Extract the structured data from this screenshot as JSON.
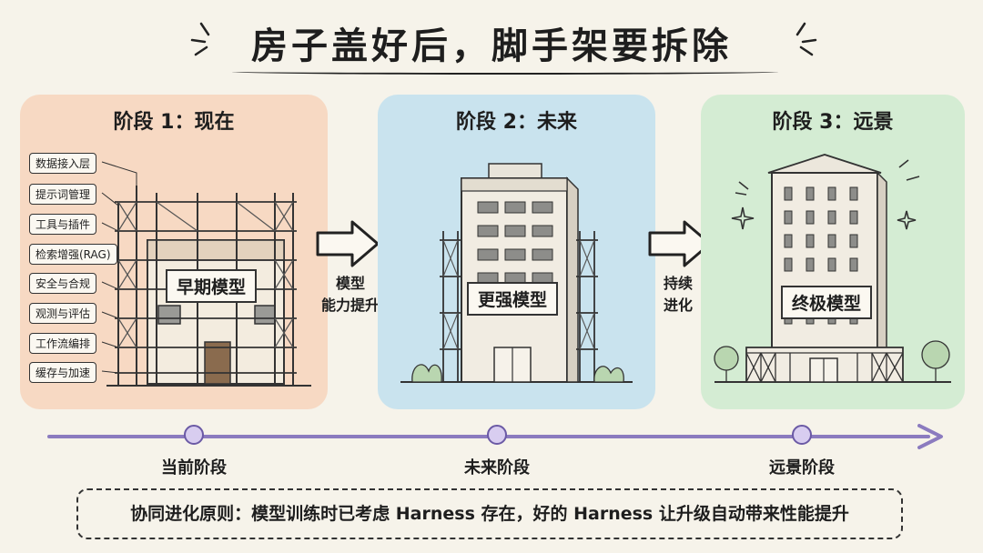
{
  "title": "房子盖好后，脚手架要拆除",
  "stages": [
    {
      "title": "阶段 1：现在",
      "model_label": "早期模型",
      "layers": [
        "数据接入层",
        "提示词管理",
        "工具与插件",
        "检索增强(RAG)",
        "安全与合规",
        "观测与评估",
        "工作流编排",
        "缓存与加速"
      ],
      "color": "#f7d9c3"
    },
    {
      "title": "阶段 2：未来",
      "model_label": "更强模型",
      "color": "#c9e3ee"
    },
    {
      "title": "阶段 3：远景",
      "model_label": "终极模型",
      "color": "#d4ecd3"
    }
  ],
  "transitions": [
    {
      "line1": "模型",
      "line2": "能力提升"
    },
    {
      "line1": "持续",
      "line2": "进化"
    }
  ],
  "timeline": {
    "labels": [
      "当前阶段",
      "未来阶段",
      "远景阶段"
    ],
    "color": "#8b7bbf"
  },
  "principle": "协同进化原则：模型训练时已考虑 Harness 存在，好的 Harness 让升级自动带来性能提升"
}
